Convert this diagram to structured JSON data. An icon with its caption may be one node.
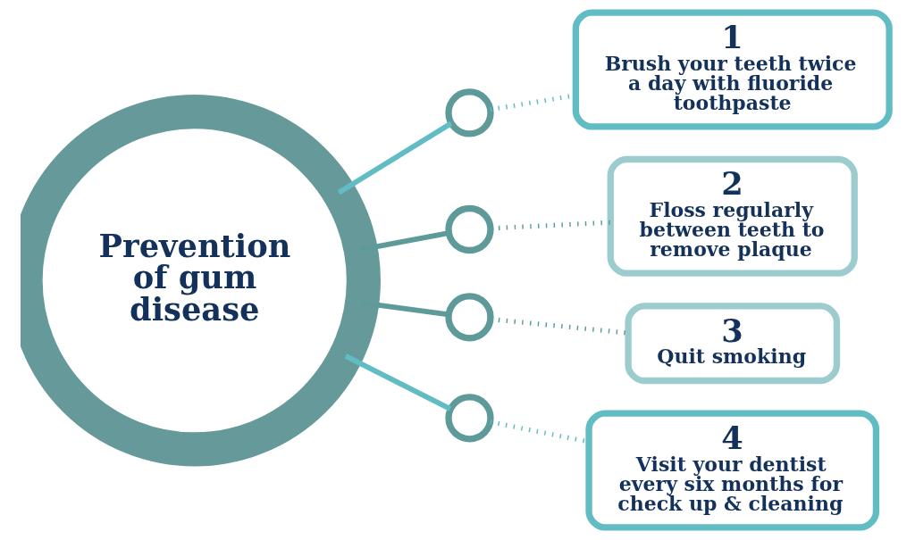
{
  "diagram": {
    "nodes": [
      {
        "text": [
          "Prevention of gum disease"
        ]
      },
      {
        "text": [],
        "shape": "circle"
      },
      {
        "text": [],
        "shape": "circle"
      },
      {
        "text": [],
        "shape": "circle"
      },
      {
        "text": [],
        "shape": "circle"
      },
      {
        "text": [
          "1",
          "Brush your teeth twice a day with fluoride toothpaste"
        ]
      },
      {
        "text": [
          "2",
          "Floss regularly between teeth to remove plaque"
        ]
      },
      {
        "text": [
          "3",
          "Quit smoking"
        ]
      },
      {
        "text": [
          "4",
          "Visit your dentist every six months for check up & cleaning"
        ]
      }
    ],
    "edges": [
      {
        "from": 0,
        "to": 1,
        "arrow": "none"
      },
      {
        "from": 0,
        "to": 2,
        "arrow": "none",
        "color": "#5f9a9a"
      },
      {
        "from": 0,
        "to": 3,
        "arrow": "none",
        "color": "#5f9a9a"
      },
      {
        "from": 0,
        "to": 4,
        "arrow": "none"
      },
      {
        "from": 1,
        "to": 5,
        "arrow": "none",
        "style": "dashed"
      },
      {
        "from": 2,
        "to": 6,
        "arrow": "none",
        "style": "dashed",
        "color": "#5f9a9a"
      },
      {
        "from": 3,
        "to": 7,
        "arrow": "none",
        "style": "dashed",
        "color": "#5f9a9a"
      },
      {
        "from": 4,
        "to": 8,
        "arrow": "none",
        "style": "dashed"
      }
    ]
  }
}
